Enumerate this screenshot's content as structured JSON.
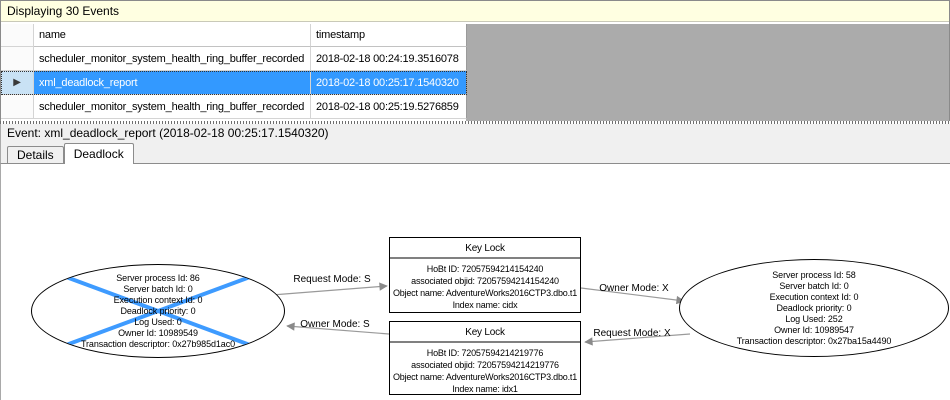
{
  "header": {
    "title": "Displaying 30 Events"
  },
  "grid": {
    "columns": [
      "name",
      "timestamp"
    ],
    "selected_marker": "▶",
    "rows": [
      {
        "name": "scheduler_monitor_system_health_ring_buffer_recorded",
        "timestamp": "2018-02-18 00:24:19.3516078"
      },
      {
        "name": "xml_deadlock_report",
        "timestamp": "2018-02-18 00:25:17.1540320"
      },
      {
        "name": "scheduler_monitor_system_health_ring_buffer_recorded",
        "timestamp": "2018-02-18 00:25:19.5276859"
      }
    ]
  },
  "event_bar": {
    "label": "Event: xml_deadlock_report (2018-02-18 00:25:17.1540320)"
  },
  "tabs": [
    {
      "label": "Details"
    },
    {
      "label": "Deadlock"
    }
  ],
  "graph": {
    "processes": [
      {
        "victim": true,
        "lines": [
          "Server process Id: 86",
          "Server batch Id: 0",
          "Execution context Id: 0",
          "Deadlock priority: 0",
          "Log Used: 0",
          "Owner Id: 10989549",
          "Transaction descriptor: 0x27b985d1ac0"
        ]
      },
      {
        "victim": false,
        "lines": [
          "Server process Id: 58",
          "Server batch Id: 0",
          "Execution context Id: 0",
          "Deadlock priority: 0",
          "Log Used: 252",
          "Owner Id: 10989547",
          "Transaction descriptor: 0x27ba15a4490"
        ]
      }
    ],
    "resources": [
      {
        "title": "Key Lock",
        "lines": [
          "HoBt ID: 72057594214154240",
          "associated objid: 72057594214154240",
          "Object name: AdventureWorks2016CTP3.dbo.t1",
          "Index name: cidx"
        ]
      },
      {
        "title": "Key Lock",
        "lines": [
          "HoBt ID: 72057594214219776",
          "associated objid: 72057594214219776",
          "Object name: AdventureWorks2016CTP3.dbo.t1",
          "Index name: idx1"
        ]
      }
    ],
    "edges": [
      {
        "label": "Request Mode: S"
      },
      {
        "label": "Owner Mode: S"
      },
      {
        "label": "Owner Mode: X"
      },
      {
        "label": "Request Mode: X"
      }
    ],
    "colors": {
      "selection_blue": "#3399FF",
      "info_bar_yellow": "#FFFFE1",
      "victim_cross_blue": "#3E9BFF",
      "edge_gray": "#9A9A9A"
    }
  }
}
